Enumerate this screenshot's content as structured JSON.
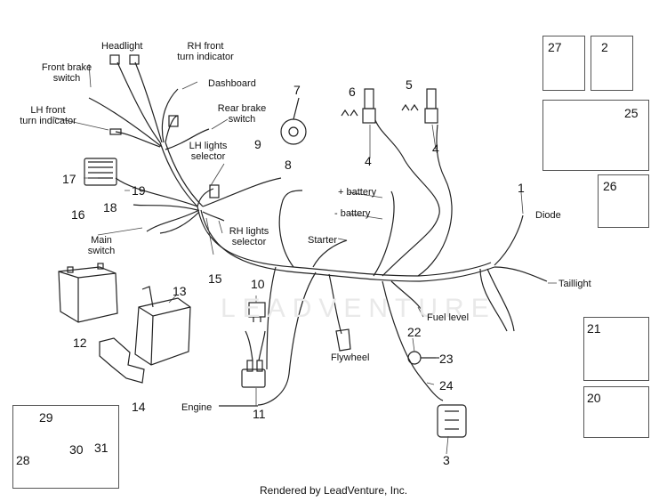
{
  "watermark": "LEADVENTURE",
  "footer": "Rendered by LeadVenture, Inc.",
  "labels": {
    "headlight": "Headlight",
    "rh_front_turn_1": "RH front",
    "rh_front_turn_2": "turn indicator",
    "front_brake_1": "Front brake",
    "front_brake_2": "switch",
    "dashboard": "Dashboard",
    "rear_brake_1": "Rear brake",
    "rear_brake_2": "switch",
    "lh_front_turn_1": "LH front",
    "lh_front_turn_2": "turn indicator",
    "lh_lights_1": "LH lights",
    "lh_lights_2": "selector",
    "rh_lights_1": "RH lights",
    "rh_lights_2": "selector",
    "main_switch_1": "Main",
    "main_switch_2": "switch",
    "plus_battery": "+  battery",
    "minus_battery": "-  battery",
    "starter": "Starter",
    "diode": "Diode",
    "taillight": "Taillight",
    "fuel_level": "Fuel level",
    "flywheel": "Flywheel",
    "engine": "Engine"
  },
  "parts": [
    "1",
    "2",
    "3",
    "4",
    "4",
    "5",
    "6",
    "7",
    "8",
    "9",
    "10",
    "11",
    "12",
    "13",
    "14",
    "15",
    "16",
    "17",
    "18",
    "19",
    "20",
    "21",
    "22",
    "23",
    "24",
    "25",
    "26",
    "27",
    "28",
    "29",
    "30",
    "31"
  ]
}
